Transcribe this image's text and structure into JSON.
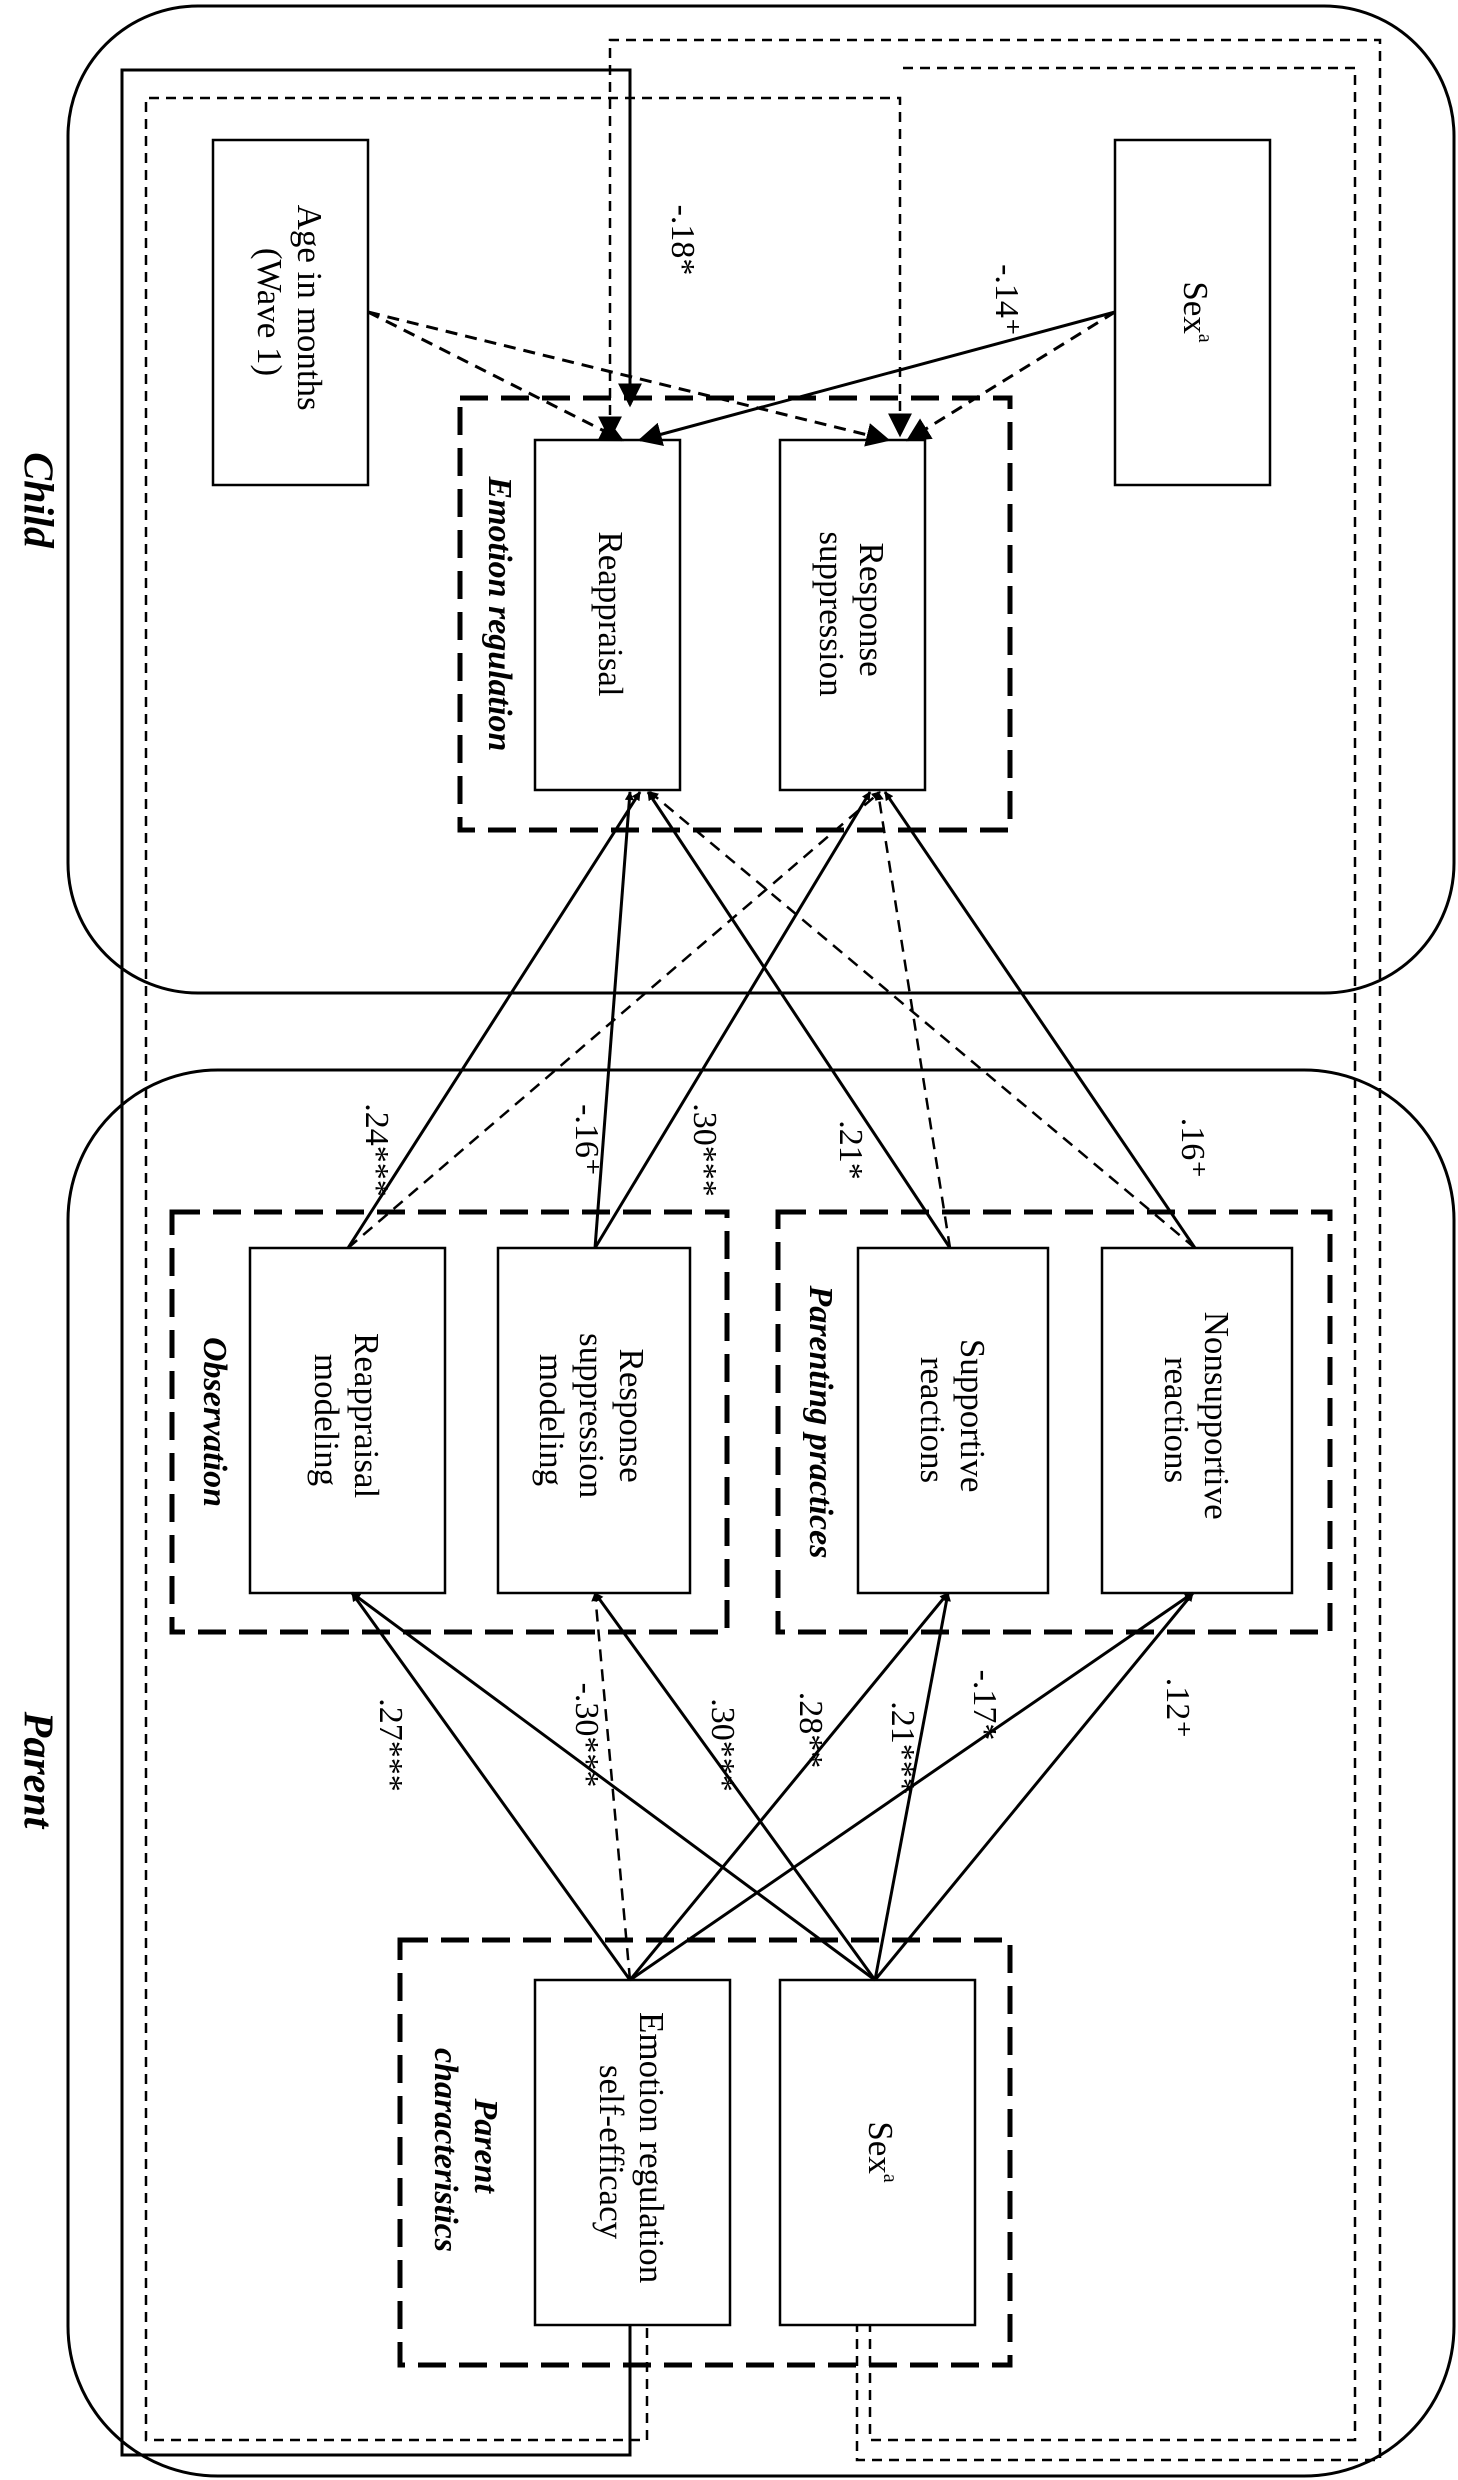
{
  "panels": {
    "child": "Child",
    "parent": "Parent"
  },
  "groups": {
    "emotion_regulation": "Emotion regulation",
    "observation": "Observation",
    "parenting_practices": "Parenting practices",
    "parent_characteristics": [
      "Parent",
      "characteristics"
    ]
  },
  "nodes": {
    "age": [
      "Age in months",
      "(Wave 1)"
    ],
    "child_sex": "Sex",
    "child_sex_superscript": "a",
    "reappraisal": "Reappraisal",
    "response_suppression": [
      "Response",
      "suppression"
    ],
    "reappraisal_modeling": [
      "Reappraisal",
      "modeling"
    ],
    "response_suppression_modeling": [
      "Response",
      "suppression",
      "modeling"
    ],
    "supportive_reactions": [
      "Supportive",
      "reactions"
    ],
    "nonsupportive_reactions": [
      "Nonsupportive",
      "reactions"
    ],
    "er_self_efficacy": [
      "Emotion regulation",
      "self-efficacy"
    ],
    "parent_sex": "Sex",
    "parent_sex_superscript": "a"
  },
  "coefficients": {
    "age_to_reappraisal": "-.18*",
    "sex_to_reappraisal": "-.14⁺",
    "reappraisal_modeling_to_reappraisal": ".24***",
    "suppression_modeling_to_reappraisal": "-.16⁺",
    "suppression_modeling_to_suppression": ".30***",
    "supportive_to_reappraisal": ".21*",
    "nonsupportive_to_suppression": ".16⁺",
    "efficacy_to_reappraisal_modeling": ".27***",
    "efficacy_to_suppression_modeling": "-.30***",
    "sex_to_suppression_modeling": ".30***",
    "efficacy_to_supportive": ".28**",
    "sex_to_supportive": ".21***",
    "sex_to_nonsupportive_a": "-.17*",
    "sex_to_nonsupportive_b": ".12⁺"
  },
  "style": {
    "line_color": "#000000",
    "background": "#ffffff"
  }
}
